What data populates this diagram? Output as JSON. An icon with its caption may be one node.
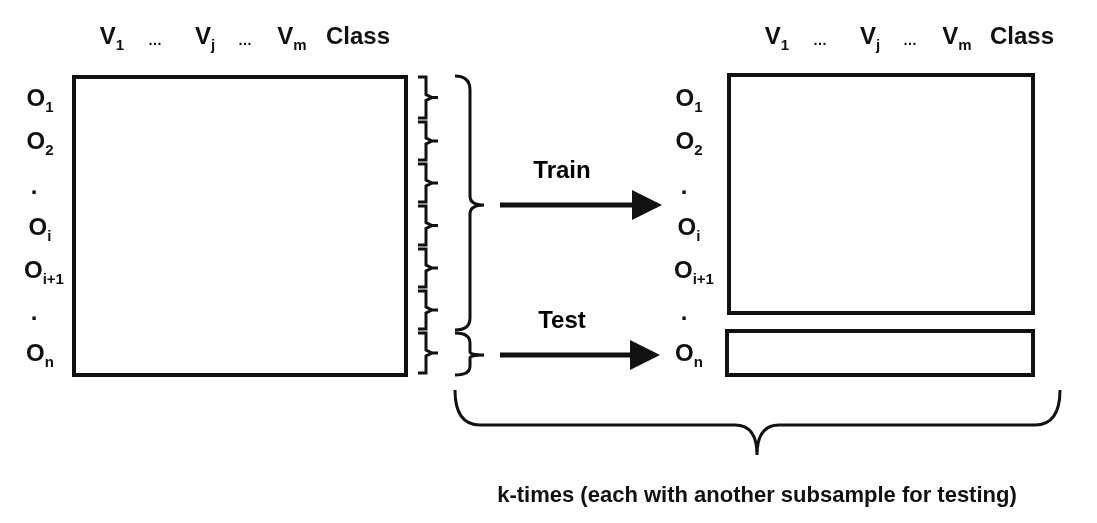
{
  "diagram": {
    "nodes": [
      {
        "text": [],
        "shape": "box"
      },
      {
        "text": [],
        "shape": "box"
      },
      {
        "text": [],
        "shape": "box"
      }
    ],
    "edges": [
      {
        "from": null,
        "to": 1,
        "arrow": "to",
        "label": "Train"
      },
      {
        "from": null,
        "to": 2,
        "arrow": "to",
        "label": "Test"
      }
    ],
    "labels": [
      "V$_{1}$",
      "…",
      "V$_{j}$",
      "…",
      "V$_{m}$",
      "Class",
      "V$_{1}$",
      "…",
      "V$_{j}$",
      "…",
      "V$_{m}$",
      "Class",
      "O$_{1}$",
      "O$_{2}$",
      ".",
      "O$_{i}$",
      "O$_{i+1}$",
      ".",
      "O$_{n}$",
      "O$_{1}$",
      "O$_{2}$",
      ".",
      "O$_{i}$",
      "O$_{i+1}$",
      ".",
      "O$_{n}$",
      "k-times (each with another subsample for testing)"
    ]
  }
}
